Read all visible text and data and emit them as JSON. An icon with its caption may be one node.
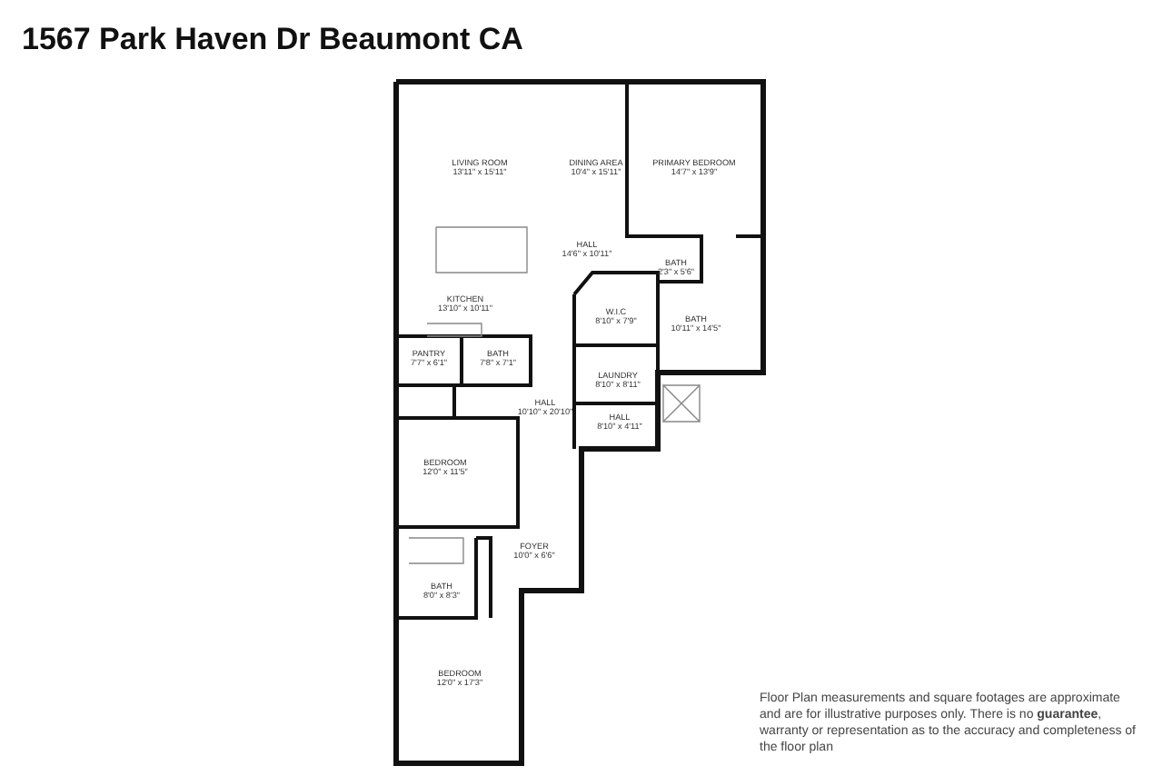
{
  "diagram": {
    "title": "1567 Park Haven Dr Beaumont CA",
    "labels": [
      "LIVING ROOM",
      "13'11\" x 15'11\"",
      "DINING AREA",
      "10'4\" x 15'11\"",
      "PRIMARY BEDROOM",
      "14'7\" x 13'9\"",
      "HALL",
      "14'6\" x 10'11\"",
      "BATH",
      "2'3\" x 5'6\"",
      "KITCHEN",
      "13'10\" x 10'11\"",
      "W.I.C",
      "8'10\" x 7'9\"",
      "BATH",
      "10'11\" x 14'5\"",
      "PANTRY",
      "7'7\" x 6'1\"",
      "BATH",
      "7'8\" x 7'1\"",
      "LAUNDRY",
      "8'10\" x 8'11\"",
      "HALL",
      "10'10\" x 20'10\"",
      "HALL",
      "8'10\" x 4'11\"",
      "BEDROOM",
      "12'0\" x 11'5\"",
      "FOYER",
      "10'0\" x 6'6\"",
      "BATH",
      "8'0\" x 8'3\"",
      "BEDROOM",
      "12'0\" x 17'3\"",
      "Floor Plan measurements and square footages are approximate and are for illustrative purposes only. There is no **guarantee**, warranty or representation as to the accuracy and completeness of the floor plan"
    ]
  }
}
